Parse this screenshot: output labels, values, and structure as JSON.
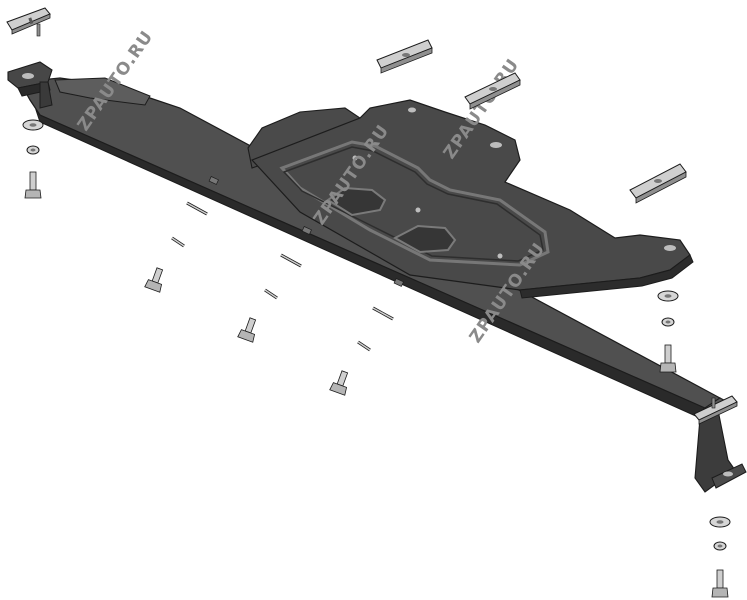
{
  "watermark": {
    "lines": [
      "ZPAUTO.RU",
      "ZPAUTO.RU"
    ]
  },
  "colors": {
    "plate_top": "#4b4b4b",
    "plate_side": "#2e2e2e",
    "plate_dark": "#232323",
    "metal_light": "#cfcfcf",
    "metal_mid": "#9c9c9c",
    "outline": "#1c1c1c"
  },
  "parts": {
    "skid_plate": "skid-plate",
    "mount_brackets": 2,
    "clamp_plates": 5,
    "bolts": 6,
    "washers": 3,
    "pins": 6
  }
}
